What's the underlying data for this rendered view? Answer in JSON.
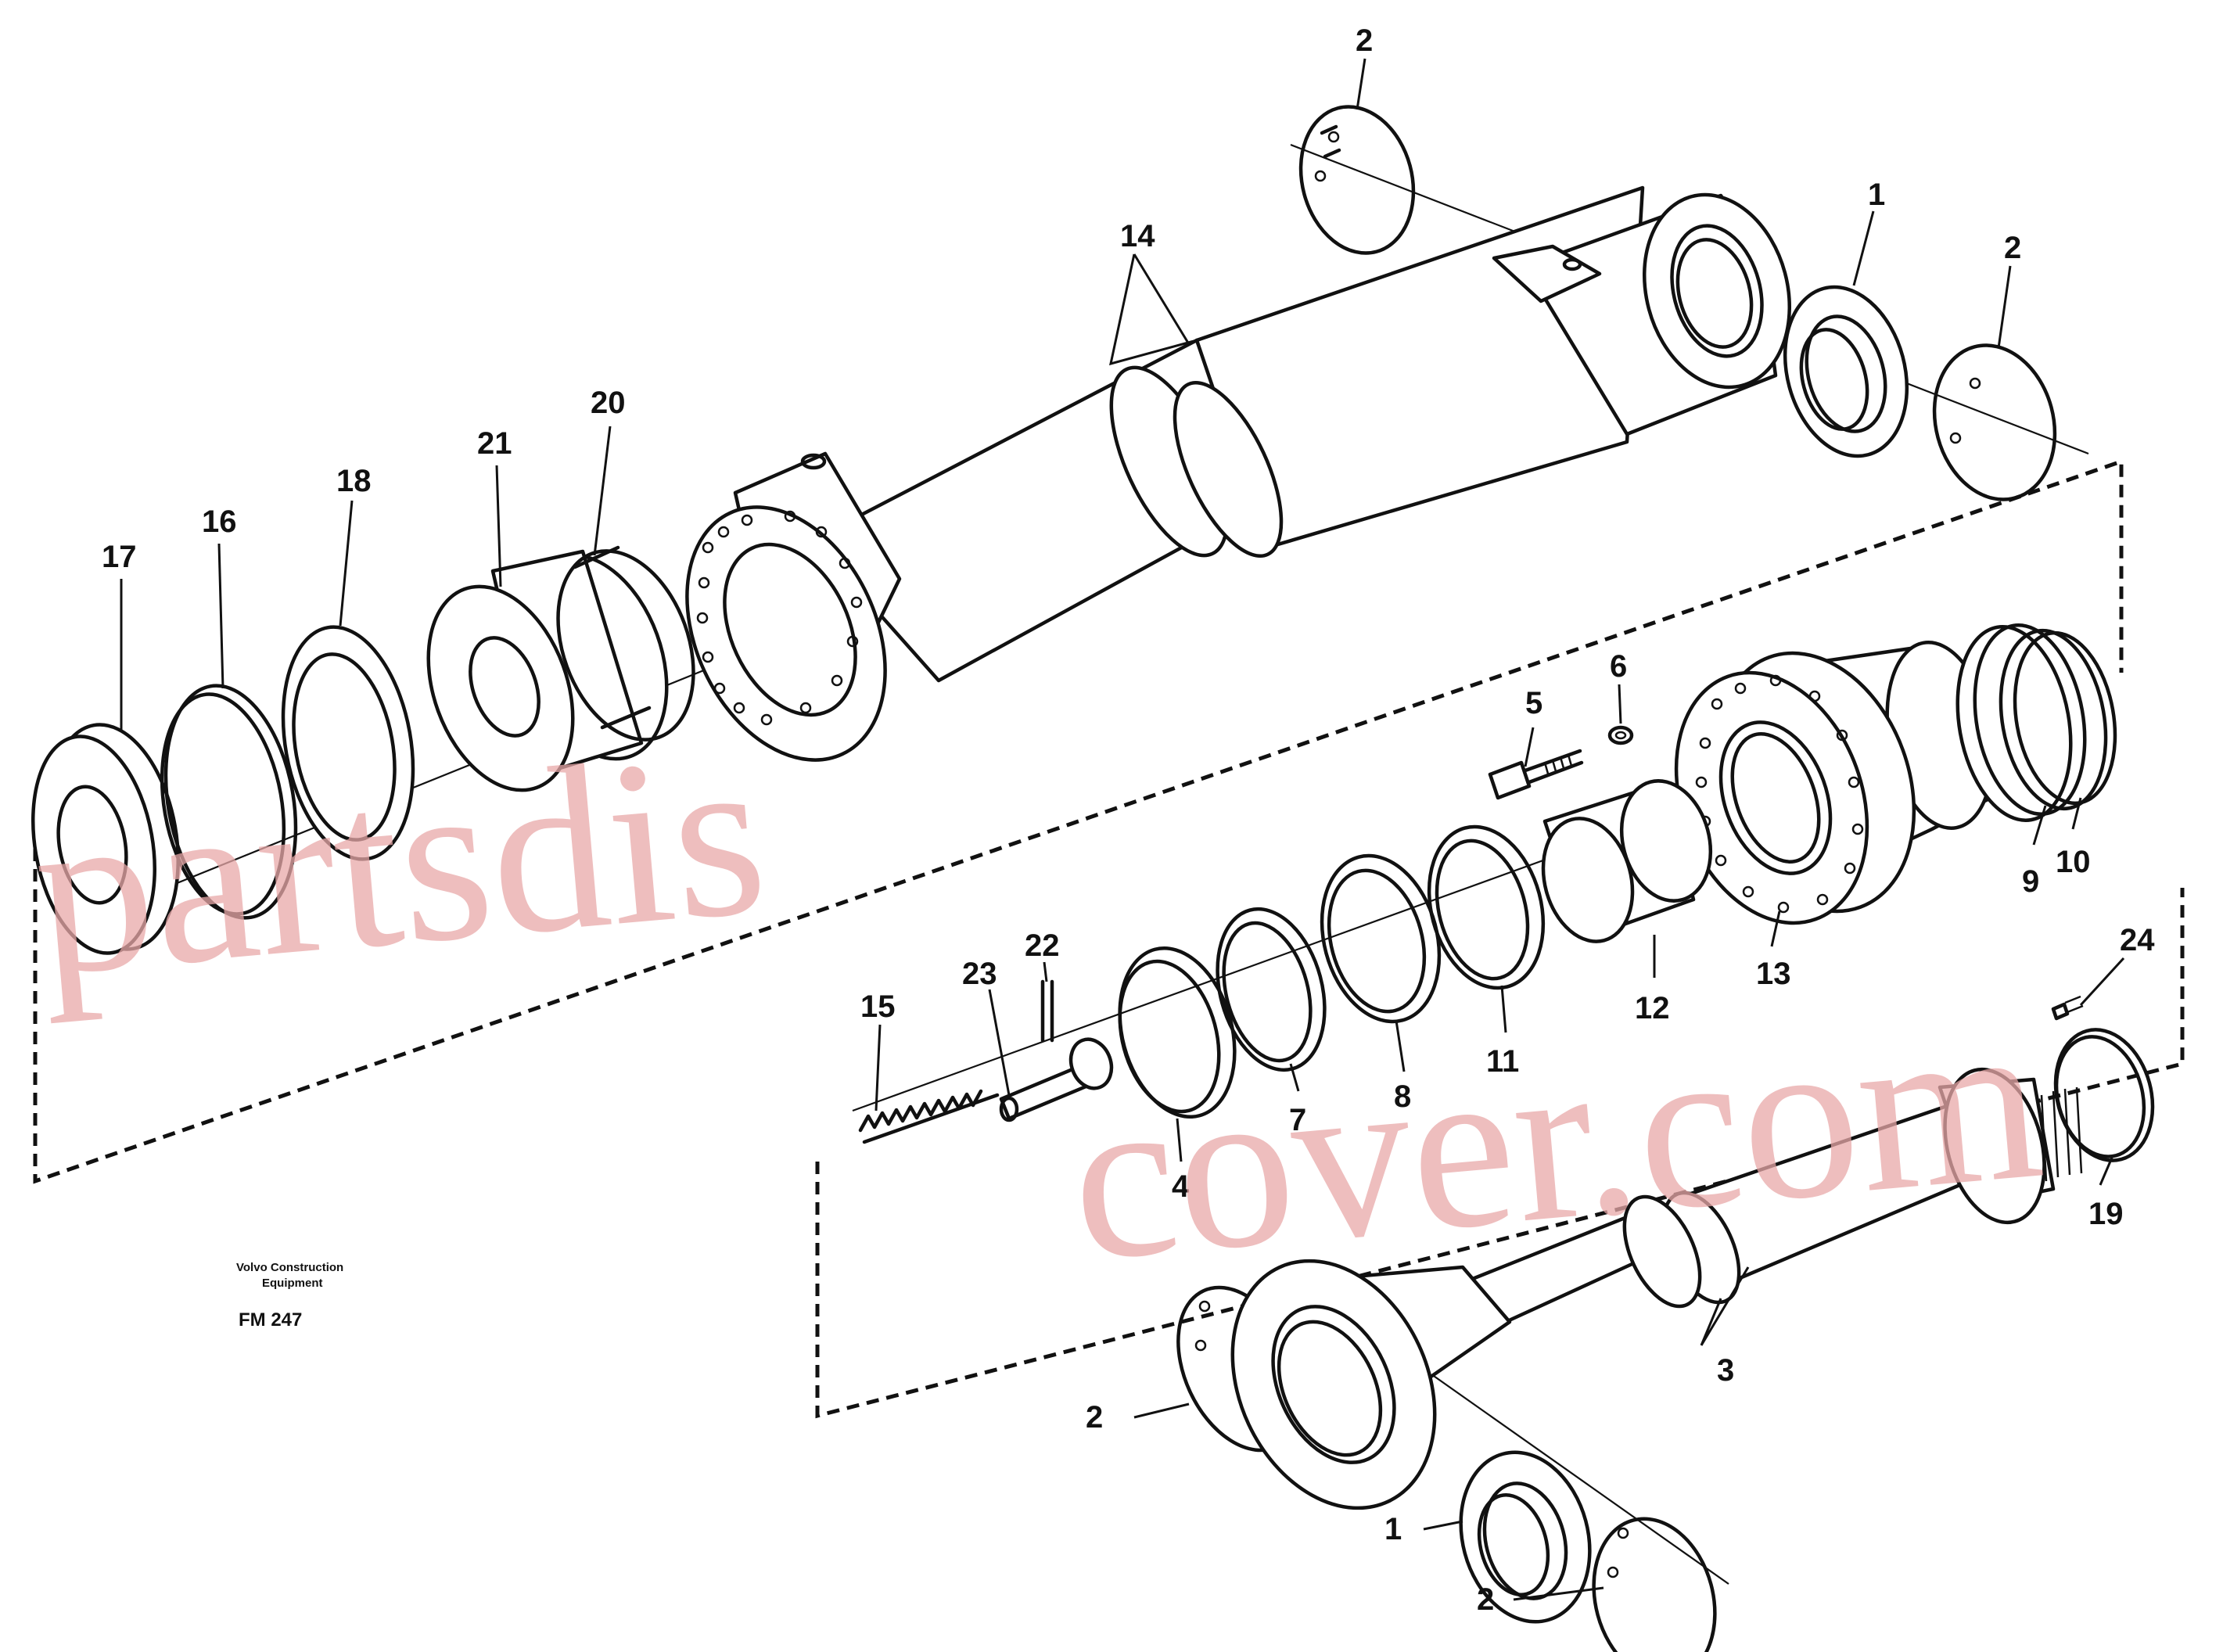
{
  "diagram": {
    "callouts": {
      "c1a": "1",
      "c1b": "1",
      "c2a": "2",
      "c2b": "2",
      "c2c": "2",
      "c2d": "2",
      "c3": "3",
      "c4": "4",
      "c5": "5",
      "c6": "6",
      "c7": "7",
      "c8": "8",
      "c9": "9",
      "c10": "10",
      "c11": "11",
      "c12": "12",
      "c13": "13",
      "c14": "14",
      "c15": "15",
      "c16": "16",
      "c17": "17",
      "c18": "18",
      "c19": "19",
      "c20": "20",
      "c21": "21",
      "c22": "22",
      "c23": "23",
      "c24": "24"
    },
    "footer": {
      "company_line1": "Volvo Construction",
      "company_line2": "Equipment",
      "figure_code": "FM 247"
    },
    "watermark_line1": "partsdis",
    "watermark_line2": "cover.com",
    "colors": {
      "ink": "#111111",
      "watermark": "#e8a8a8",
      "background": "#ffffff"
    }
  }
}
